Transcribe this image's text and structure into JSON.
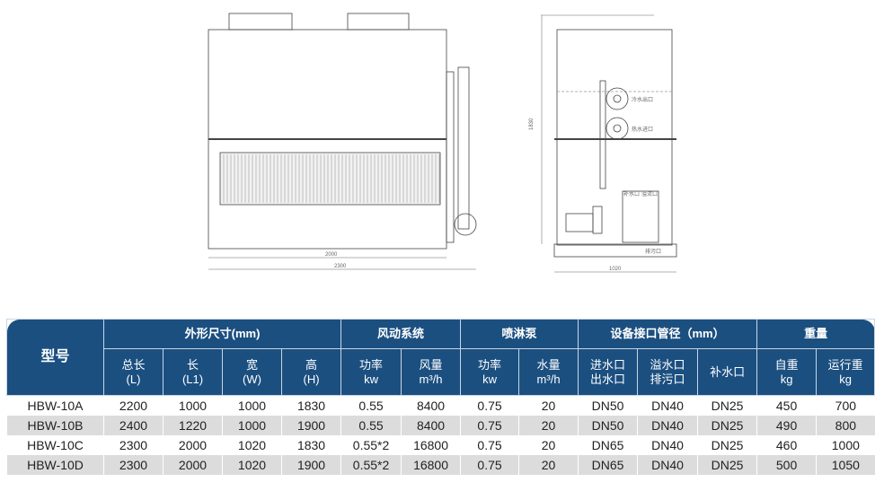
{
  "drawing": {
    "front_dim_inner": "2000",
    "front_dim_total": "2300",
    "side_dim_height": "1830",
    "side_dim_width": "1020",
    "labels": [
      "冷水出口",
      "热水进口",
      "补水口",
      "溢流口",
      "排污口"
    ]
  },
  "table": {
    "model_header": "型号",
    "groups": [
      "外形尺寸(mm)",
      "风动系统",
      "喷淋泵",
      "设备接口管径（mm）",
      "重量"
    ],
    "subheaders": [
      [
        "总长",
        "(L)"
      ],
      [
        "长",
        "(L1)"
      ],
      [
        "宽",
        "(W)"
      ],
      [
        "高",
        "(H)"
      ],
      [
        "功率",
        "kw"
      ],
      [
        "风量",
        "m³/h"
      ],
      [
        "功率",
        "kw"
      ],
      [
        "水量",
        "m³/h"
      ],
      [
        "进水口",
        "出水口"
      ],
      [
        "溢水口",
        "排污口"
      ],
      [
        "补水口",
        ""
      ],
      [
        "自重",
        "kg"
      ],
      [
        "运行重",
        "kg"
      ]
    ],
    "rows": [
      [
        "HBW-10A",
        "2200",
        "1000",
        "1000",
        "1830",
        "0.55",
        "8400",
        "0.75",
        "20",
        "DN50",
        "DN40",
        "DN25",
        "450",
        "700"
      ],
      [
        "HBW-10B",
        "2400",
        "1220",
        "1000",
        "1900",
        "0.55",
        "8400",
        "0.75",
        "20",
        "DN50",
        "DN40",
        "DN25",
        "490",
        "800"
      ],
      [
        "HBW-10C",
        "2300",
        "2000",
        "1020",
        "1830",
        "0.55*2",
        "16800",
        "0.75",
        "20",
        "DN65",
        "DN40",
        "DN25",
        "460",
        "1000"
      ],
      [
        "HBW-10D",
        "2300",
        "2000",
        "1020",
        "1900",
        "0.55*2",
        "16800",
        "0.75",
        "20",
        "DN65",
        "DN40",
        "DN25",
        "500",
        "1050"
      ]
    ]
  },
  "colors": {
    "header": "#1b4f80",
    "row_alt": "#dcdcdc"
  }
}
